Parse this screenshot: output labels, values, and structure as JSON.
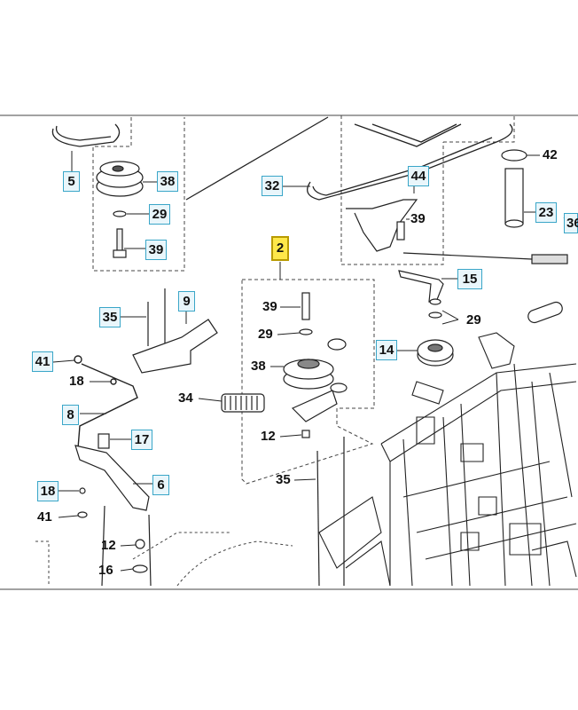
{
  "callouts": {
    "c5": "5",
    "c38a": "38",
    "c29a": "29",
    "c39a": "39",
    "c35a": "35",
    "c9": "9",
    "c41a": "41",
    "c18a": "18",
    "c8": "8",
    "c17": "17",
    "c6": "6",
    "c18b": "18",
    "c41b": "41",
    "c12a": "12",
    "c16": "16",
    "c32": "32",
    "c2": "2",
    "c39b": "39",
    "c29b": "29",
    "c38b": "38",
    "c34": "34",
    "c12b": "12",
    "c35b": "35",
    "c42": "42",
    "c44": "44",
    "c39c": "39",
    "c23": "23",
    "c36": "36",
    "c15": "15",
    "c29c": "29",
    "c14": "14"
  },
  "highlighted_callout": "2"
}
